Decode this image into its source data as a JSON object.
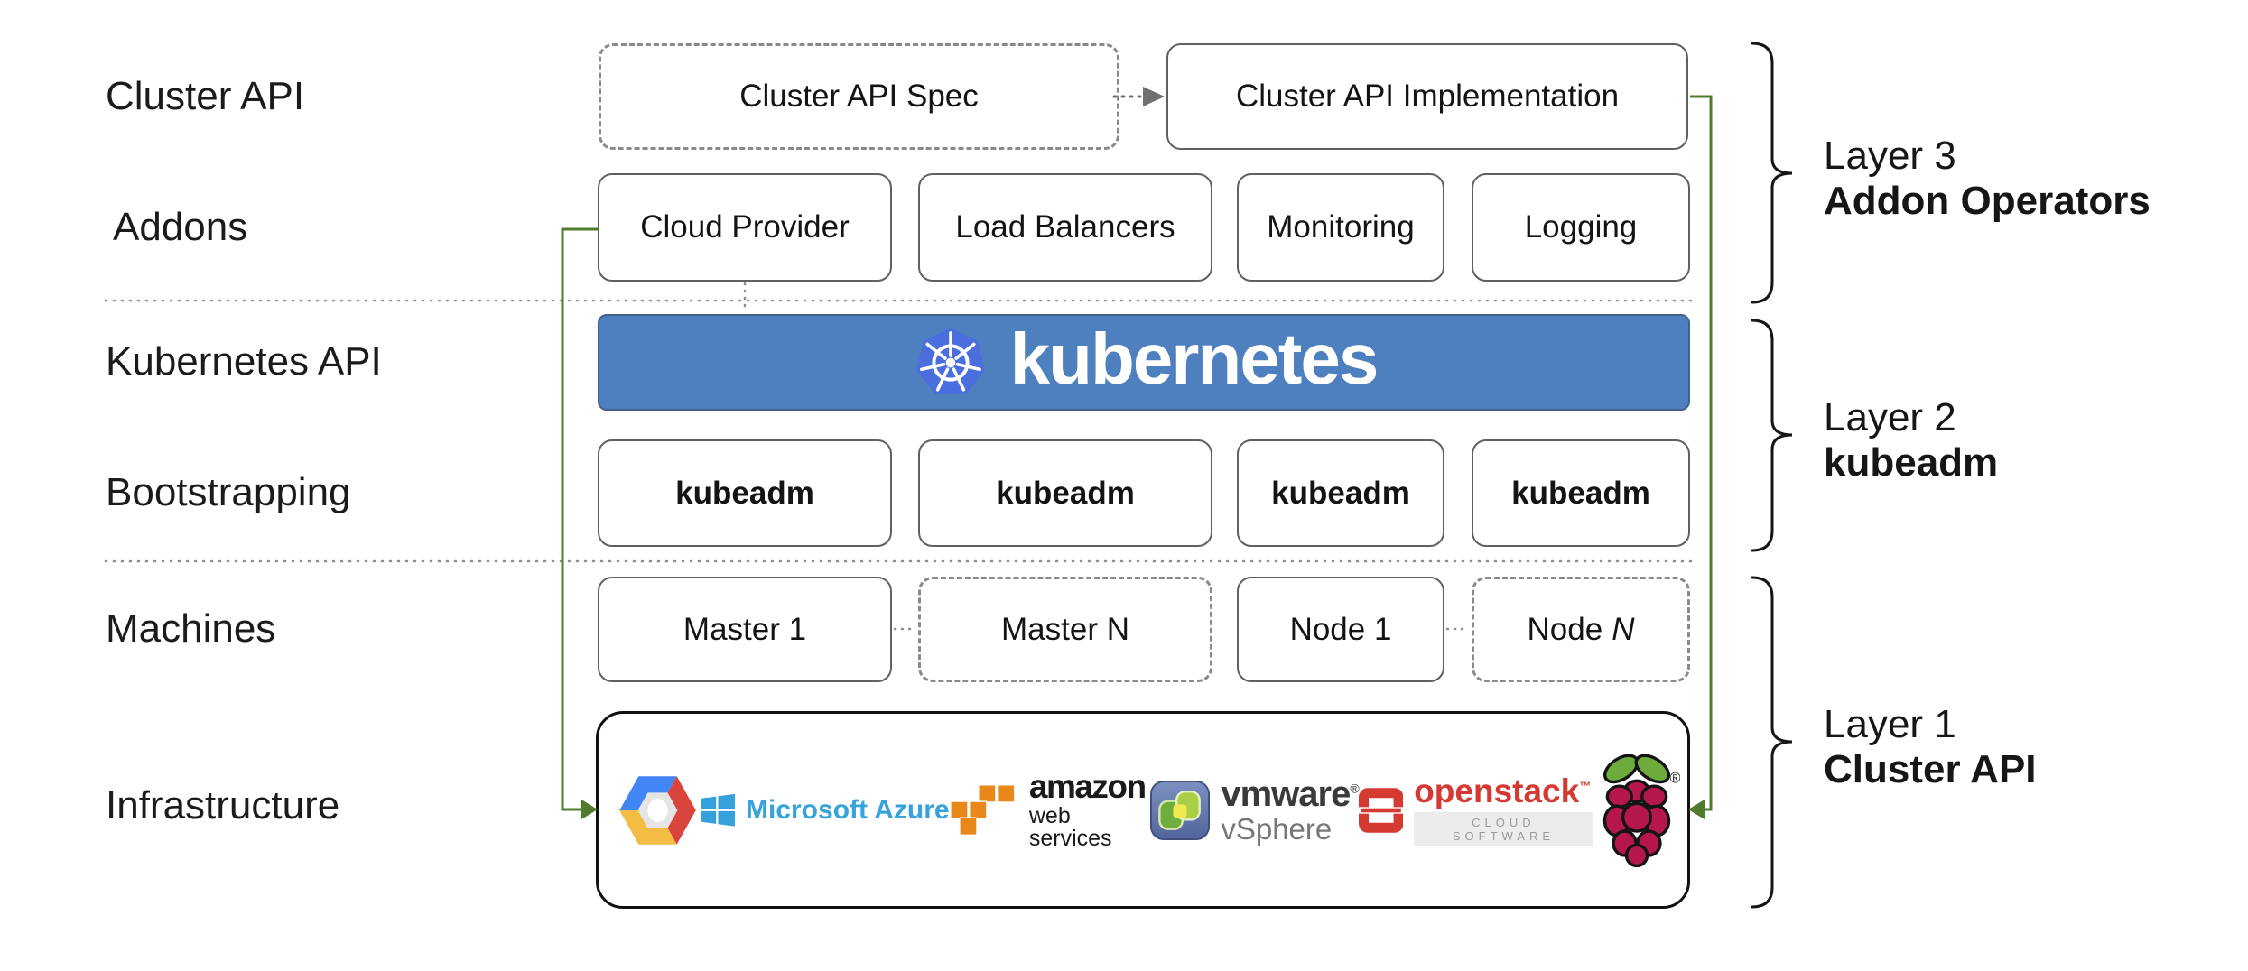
{
  "left_labels": {
    "items": [
      "Cluster API",
      "Addons",
      "Kubernetes API",
      "Bootstrapping",
      "Machines",
      "Infrastructure"
    ]
  },
  "cluster_api_row": {
    "spec": "Cluster API Spec",
    "implementation": "Cluster API Implementation"
  },
  "addons_row": {
    "items": [
      "Cloud Provider",
      "Load Balancers",
      "Monitoring",
      "Logging"
    ]
  },
  "kubernetes_banner": {
    "wordmark": "kubernetes"
  },
  "bootstrapping_row": {
    "items": [
      "kubeadm",
      "kubeadm",
      "kubeadm",
      "kubeadm"
    ]
  },
  "machines_row": {
    "master_1": "Master 1",
    "master_n": "Master N",
    "node_1": "Node 1",
    "node_n_prefix": "Node",
    "node_n_suffix": "N"
  },
  "infrastructure": {
    "gcp_icon": "google-cloud-platform-icon",
    "azure_text": "Microsoft Azure",
    "aws_text_primary": "amazon",
    "aws_text_secondary": "web services",
    "vmware_text_primary": "vmware",
    "vmware_reg_mark": "®",
    "vmware_text_secondary": "vSphere",
    "openstack_text_primary": "openstack",
    "openstack_tm_mark": "™",
    "openstack_text_secondary": "CLOUD SOFTWARE",
    "raspberry_pi_icon": "raspberry-pi-icon",
    "raspberry_reg_mark": "®"
  },
  "layer_labels": {
    "layer3": {
      "line1": "Layer 3",
      "line2": "Addon Operators"
    },
    "layer2": {
      "line1": "Layer 2",
      "line2": "kubeadm"
    },
    "layer1": {
      "line1": "Layer 1",
      "line2": "Cluster API"
    }
  },
  "colors": {
    "banner_blue": "#4e80bf",
    "kubernetes_logo_blue": "#4a6ede",
    "connector_green": "#527c2d",
    "box_border_gray": "#606060",
    "dotted_line_gray": "#8f8f8f",
    "azure_blue": "#36a3dc",
    "aws_orange": "#e8871a",
    "openstack_red": "#d43a32",
    "raspberry_crimson": "#b5164c",
    "leaf_green": "#6cab3c",
    "gcp_blue": "#4286f5",
    "gcp_red": "#d9453d",
    "gcp_yellow": "#f2bd42",
    "vmware_green": "#a8cf45"
  }
}
